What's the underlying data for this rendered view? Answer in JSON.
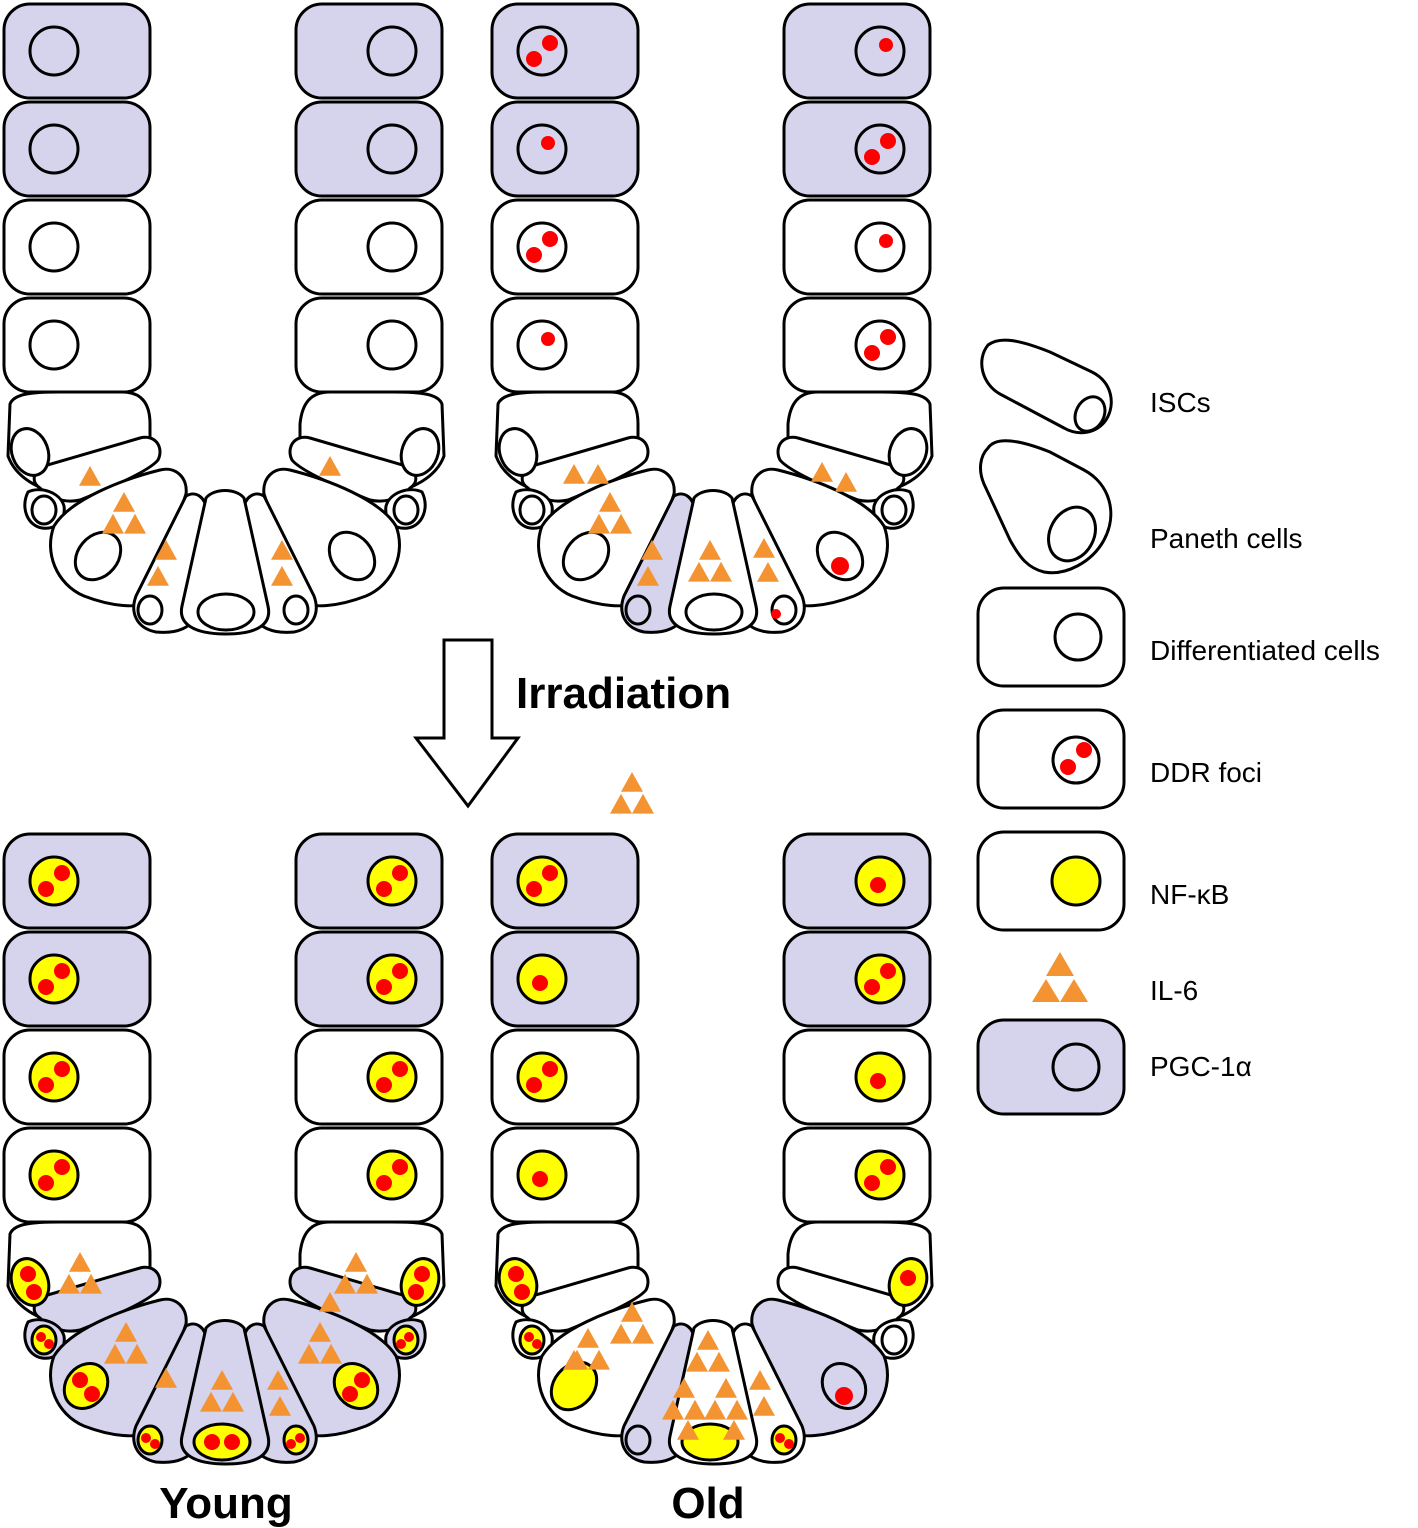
{
  "arrow_label": "Irradiation",
  "panels": {
    "bottom_left": "Young",
    "bottom_right": "Old"
  },
  "legend": [
    {
      "icon": "isc-cell-icon",
      "label": "ISCs"
    },
    {
      "icon": "paneth-cell-icon",
      "label": "Paneth cells"
    },
    {
      "icon": "differentiated-cell-icon",
      "label": "Differentiated cells"
    },
    {
      "icon": "ddr-foci-icon",
      "label": "DDR foci"
    },
    {
      "icon": "nfkb-icon",
      "label": "NF-κB"
    },
    {
      "icon": "il6-icon",
      "label": "IL-6"
    },
    {
      "icon": "pgc1a-icon",
      "label": "PGC-1α"
    }
  ],
  "colors": {
    "pgc1a_fill": "#d6d3ec",
    "nfkb_fill": "#ffff00",
    "ddr_foci": "#ff0000",
    "il6": "#f39332",
    "outline": "#000000",
    "cell_fill": "#ffffff"
  }
}
